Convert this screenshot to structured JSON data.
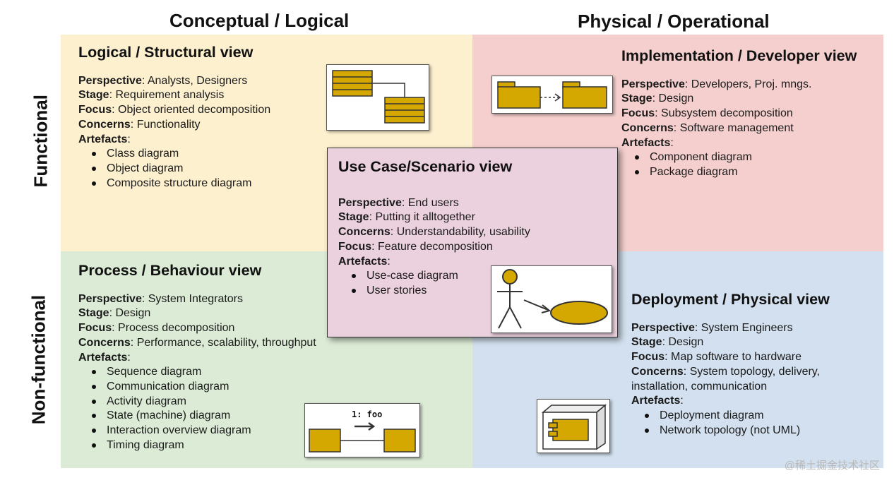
{
  "columns": {
    "left": "Conceptual / Logical",
    "right": "Physical / Operational"
  },
  "rows": {
    "top": "Functional",
    "bottom": "Non-functional"
  },
  "logical": {
    "title": "Logical / Structural view",
    "perspective_label": "Perspective",
    "perspective": ": Analysts, Designers",
    "stage_label": "Stage",
    "stage": ": Requirement analysis",
    "focus_label": "Focus",
    "focus": ": Object oriented decomposition",
    "concerns_label": "Concerns",
    "concerns": ": Functionality",
    "artefacts_label": "Artefacts",
    "artefacts_suffix": ":",
    "artefacts": [
      "Class diagram",
      "Object diagram",
      "Composite structure diagram"
    ]
  },
  "implementation": {
    "title": "Implementation / Developer view",
    "perspective_label": "Perspective",
    "perspective": ": Developers, Proj. mngs.",
    "stage_label": "Stage",
    "stage": ": Design",
    "focus_label": "Focus",
    "focus": ": Subsystem decomposition",
    "concerns_label": "Concerns",
    "concerns": ": Software management",
    "artefacts_label": "Artefacts",
    "artefacts_suffix": ":",
    "artefacts": [
      "Component diagram",
      "Package diagram"
    ]
  },
  "usecase": {
    "title": "Use Case/Scenario view",
    "perspective_label": "Perspective",
    "perspective": ": End users",
    "stage_label": "Stage",
    "stage": ": Putting it alltogether",
    "concerns_label": "Concerns",
    "concerns": ": Understandability, usability",
    "focus_label": "Focus",
    "focus": ": Feature decomposition",
    "artefacts_label": "Artefacts",
    "artefacts_suffix": ":",
    "artefacts": [
      "Use-case diagram",
      "User stories"
    ]
  },
  "process": {
    "title": "Process / Behaviour view",
    "perspective_label": "Perspective",
    "perspective": ": System Integrators",
    "stage_label": "Stage",
    "stage": ": Design",
    "focus_label": "Focus",
    "focus": ": Process decomposition",
    "concerns_label": "Concerns",
    "concerns": ": Performance, scalability, throughput",
    "artefacts_label": "Artefacts",
    "artefacts_suffix": ":",
    "artefacts": [
      "Sequence diagram",
      "Communication diagram",
      "Activity diagram",
      "State (machine) diagram",
      "Interaction overview diagram",
      "Timing diagram"
    ],
    "message_label": "1: foo"
  },
  "deployment": {
    "title": "Deployment / Physical view",
    "perspective_label": "Perspective",
    "perspective": ": System Engineers",
    "stage_label": "Stage",
    "stage": ": Design",
    "focus_label": "Focus",
    "focus": ": Map software to hardware",
    "concerns_label": "Concerns",
    "concerns": ": System topology, delivery,",
    "concerns_cont": "installation, communication",
    "artefacts_label": "Artefacts",
    "artefacts_suffix": ":",
    "artefacts": [
      "Deployment diagram",
      "Network topology (not UML)"
    ]
  },
  "watermark": "@稀土掘金技术社区",
  "colors": {
    "logical_bg": "#fdf0cf",
    "implementation_bg": "#f4cfcd",
    "process_bg": "#dcebd6",
    "deployment_bg": "#d3e0ef",
    "usecase_bg": "#ebd0dd",
    "uml_fill": "#d4a800"
  }
}
